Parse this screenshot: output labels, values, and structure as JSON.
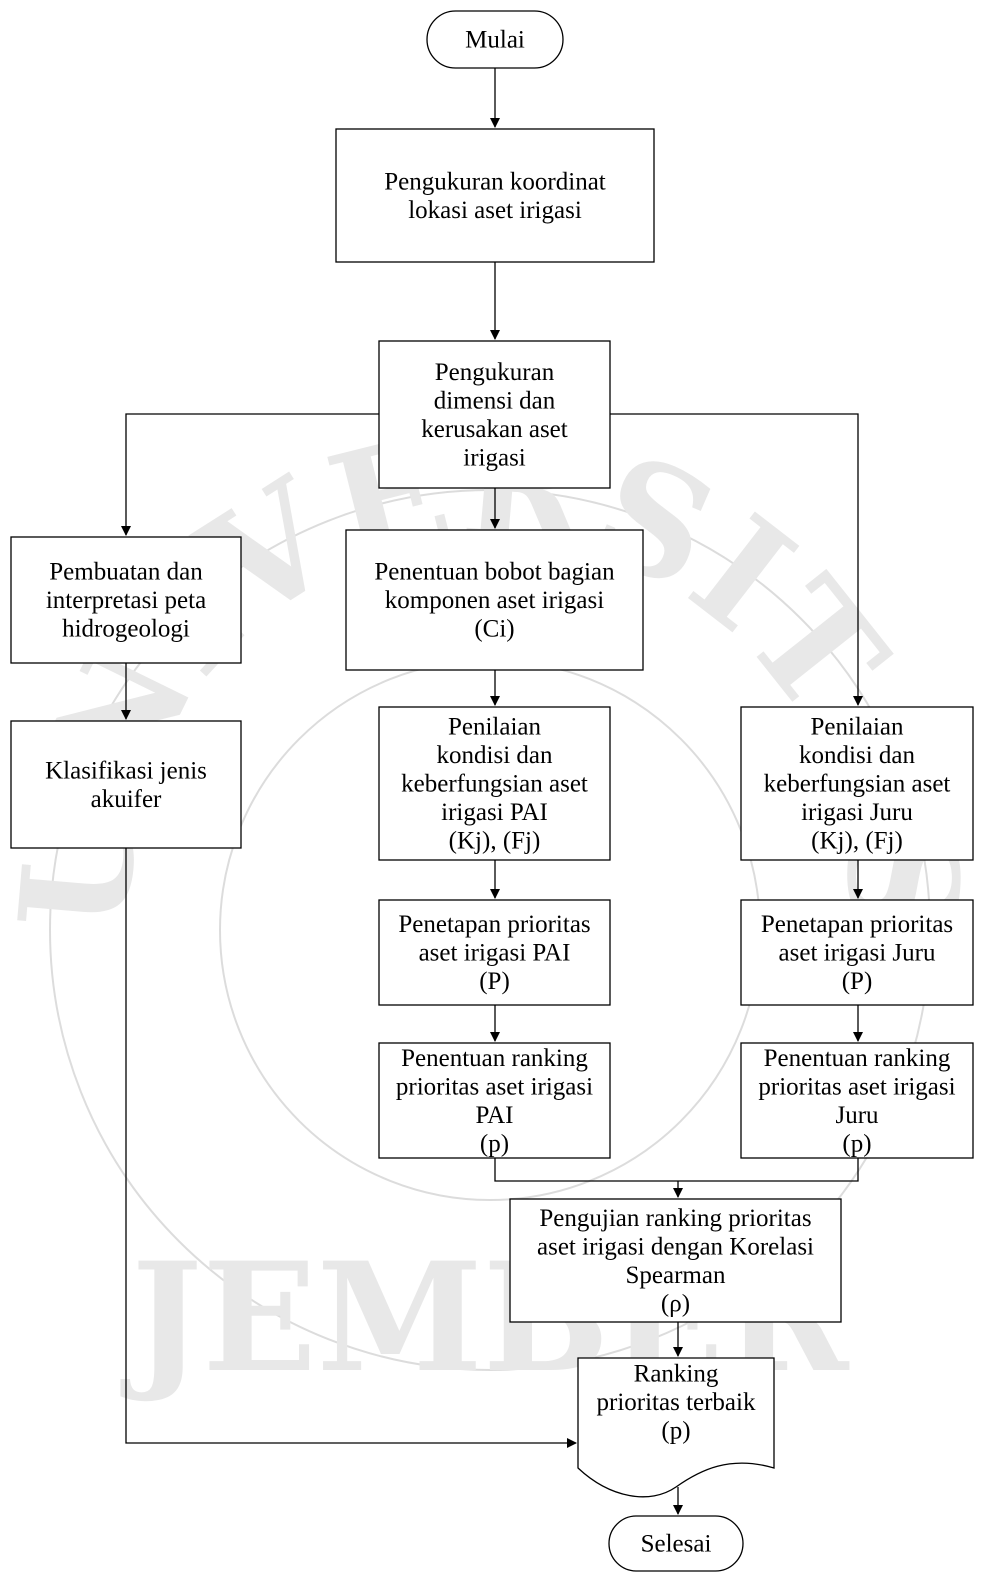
{
  "watermark": {
    "ring_text": "UNIVERSITAS",
    "lower_text": "JEMBER"
  },
  "nodes": {
    "start": "Mulai",
    "coords": [
      "Pengukuran koordinat",
      "lokasi aset irigasi"
    ],
    "dimensions": [
      "Pengukuran",
      "dimensi dan",
      "kerusakan aset",
      "irigasi"
    ],
    "hydro_map": [
      "Pembuatan dan",
      "interpretasi peta",
      "hidrogeologi"
    ],
    "weight": [
      "Penentuan bobot bagian",
      "komponen aset irigasi",
      "(Ci)"
    ],
    "aquifer": [
      "Klasifikasi jenis",
      "akuifer"
    ],
    "assess_pai": [
      "Penilaian",
      "kondisi  dan",
      "keberfungsian  aset",
      "irigasi PAI",
      "(Kj), (Fj)"
    ],
    "assess_juru": [
      "Penilaian",
      "kondisi dan",
      "keberfungsian aset",
      "irigasi Juru",
      "(Kj), (Fj)"
    ],
    "priority_pai": [
      "Penetapan prioritas",
      "aset irigasi PAI",
      "(P)"
    ],
    "priority_juru": [
      "Penetapan prioritas",
      "aset irigasi Juru",
      "(P)"
    ],
    "rank_pai": [
      "Penentuan ranking",
      "prioritas aset irigasi",
      "PAI",
      "(p)"
    ],
    "rank_juru": [
      "Penentuan ranking",
      "prioritas aset irigasi",
      "Juru",
      "(p)"
    ],
    "spearman": [
      "Pengujian ranking prioritas",
      "aset irigasi dengan Korelasi",
      "Spearman",
      "(ρ)"
    ],
    "best": [
      "Ranking",
      "prioritas terbaik",
      "(p)"
    ],
    "end": "Selesai"
  }
}
